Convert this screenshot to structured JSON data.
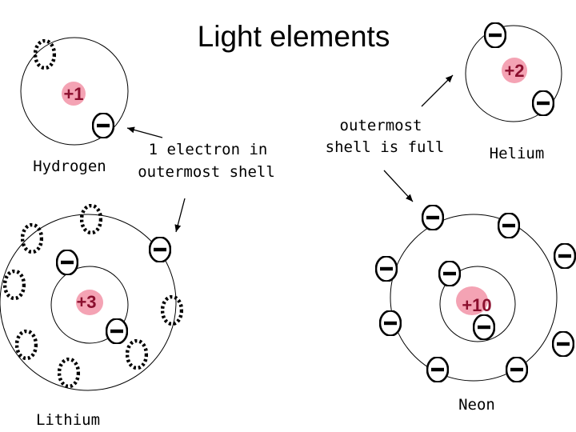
{
  "title": "Light elements",
  "atoms": {
    "hydrogen": {
      "name": "Hydrogen",
      "charge": "+1"
    },
    "helium": {
      "name": "Helium",
      "charge": "+2"
    },
    "lithium": {
      "name": "Lithium",
      "charge": "+3"
    },
    "neon": {
      "name": "Neon",
      "charge": "+10"
    }
  },
  "annotations": {
    "one_electron": [
      "1 electron in",
      "outermost shell"
    ],
    "shell_full": [
      "outermost",
      "shell is full"
    ]
  },
  "colors": {
    "nucleus_fill": "#f4a3b4",
    "nucleus_text": "#8b0f2e",
    "line": "#000000"
  },
  "symbols": {
    "electron": "electron-minus-icon",
    "empty_slot": "empty-electron-slot-icon"
  }
}
